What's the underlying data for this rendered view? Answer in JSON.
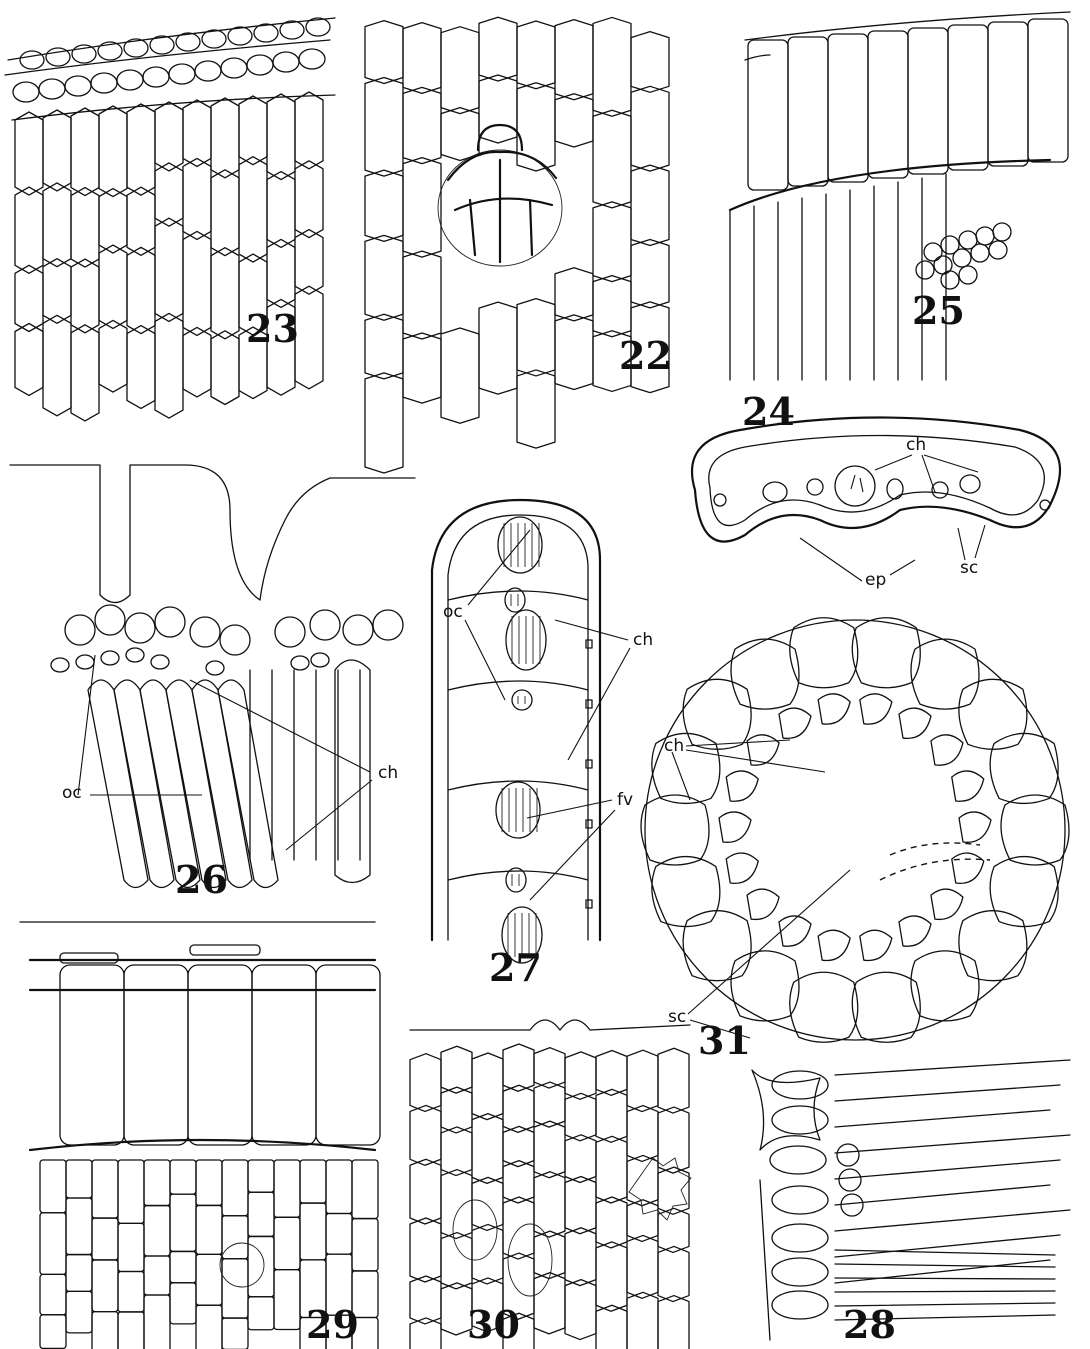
{
  "plate": {
    "figures": [
      {
        "number": "23",
        "labels": []
      },
      {
        "number": "22",
        "labels": []
      },
      {
        "number": "25",
        "labels": []
      },
      {
        "number": "24",
        "labels": [
          "ch",
          "ep",
          "sc"
        ]
      },
      {
        "number": "26",
        "labels": [
          "oc",
          "ch",
          "ch",
          "oc"
        ]
      },
      {
        "number": "27",
        "labels": [
          "oc",
          "ch",
          "fv"
        ]
      },
      {
        "number": "31",
        "labels": [
          "ch",
          "sc"
        ]
      },
      {
        "number": "29",
        "labels": []
      },
      {
        "number": "30",
        "labels": []
      },
      {
        "number": "28",
        "labels": []
      }
    ]
  }
}
